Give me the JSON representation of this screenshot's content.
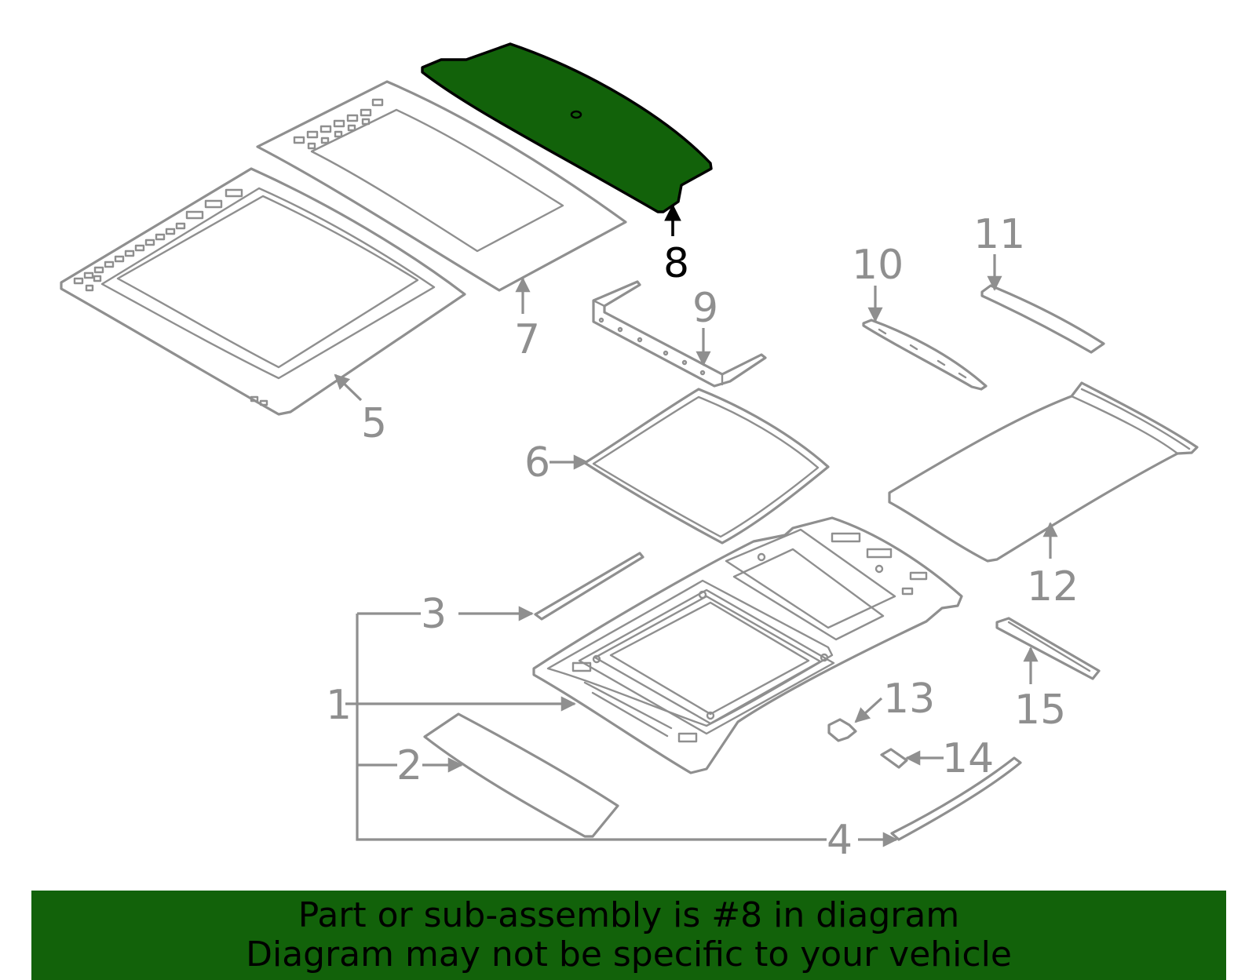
{
  "highlight_color": "#12620a",
  "outline_color": "#8f8f8f",
  "callouts": [
    {
      "id": "1",
      "label": "1"
    },
    {
      "id": "2",
      "label": "2"
    },
    {
      "id": "3",
      "label": "3"
    },
    {
      "id": "4",
      "label": "4"
    },
    {
      "id": "5",
      "label": "5"
    },
    {
      "id": "6",
      "label": "6"
    },
    {
      "id": "7",
      "label": "7"
    },
    {
      "id": "8",
      "label": "8",
      "highlighted": true
    },
    {
      "id": "9",
      "label": "9"
    },
    {
      "id": "10",
      "label": "10"
    },
    {
      "id": "11",
      "label": "11"
    },
    {
      "id": "12",
      "label": "12"
    },
    {
      "id": "13",
      "label": "13"
    },
    {
      "id": "14",
      "label": "14"
    },
    {
      "id": "15",
      "label": "15"
    }
  ],
  "banner": {
    "line1": "Part or sub-assembly is #8 in diagram",
    "line2": "Diagram may not be specific to your vehicle"
  }
}
